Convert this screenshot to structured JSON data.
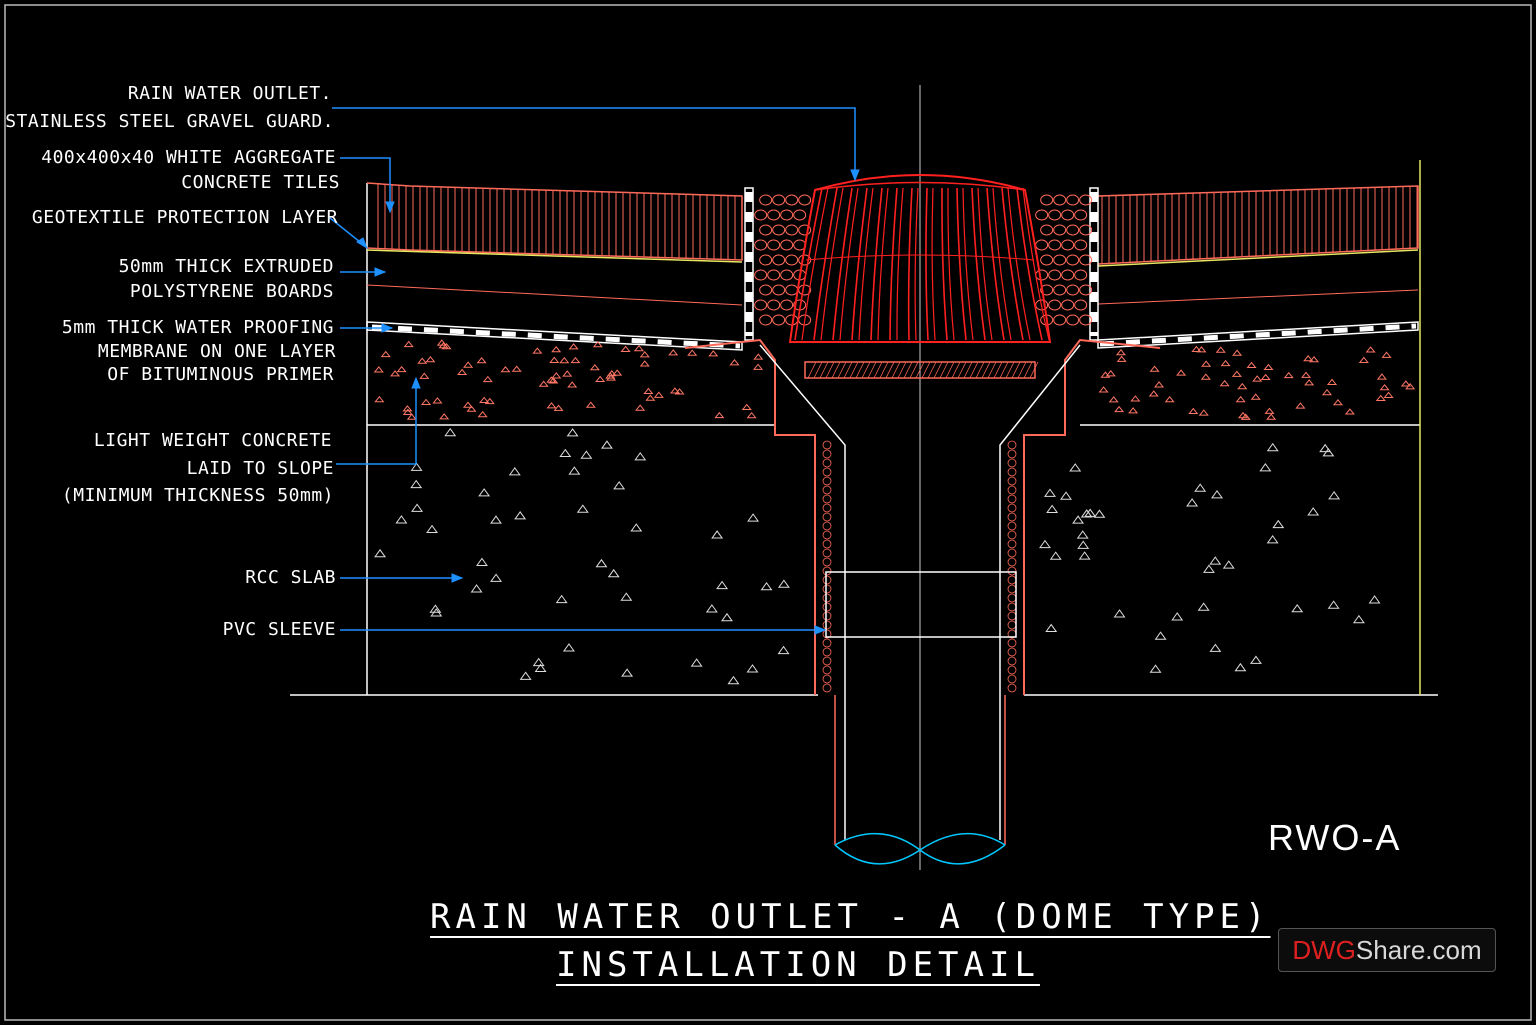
{
  "labels": {
    "outlet_line1": "RAIN WATER OUTLET.",
    "outlet_line2": "STAINLESS STEEL GRAVEL GUARD.",
    "tiles_line1": "400x400x40 WHITE AGGREGATE",
    "tiles_line2": "CONCRETE TILES",
    "geotextile": "GEOTEXTILE PROTECTION LAYER",
    "xps_line1": "50mm THICK EXTRUDED",
    "xps_line2": "POLYSTYRENE BOARDS",
    "membrane_line1": "5mm THICK WATER PROOFING",
    "membrane_line2": "MEMBRANE ON ONE LAYER",
    "membrane_line3": "OF BITUMINOUS PRIMER",
    "lwc_line1": "LIGHT WEIGHT CONCRETE",
    "lwc_line2": "LAID TO SLOPE",
    "lwc_line3": "(MINIMUM THICKNESS 50mm)",
    "rcc": "RCC SLAB",
    "sleeve": "PVC SLEEVE"
  },
  "title": {
    "line1": "RAIN WATER OUTLET - A (DOME TYPE)",
    "line2": "INSTALLATION DETAIL"
  },
  "drawing_code": "RWO-A",
  "watermark": {
    "part1": "DWG",
    "part2": "Share.com"
  },
  "colors": {
    "background": "#000000",
    "text": "#ffffff",
    "leader": "#1e90ff",
    "dome": "#ff2020",
    "hatch": "#ff6a5a",
    "concrete_dots": "#ff7766",
    "pipe_base": "#00c8ff"
  }
}
